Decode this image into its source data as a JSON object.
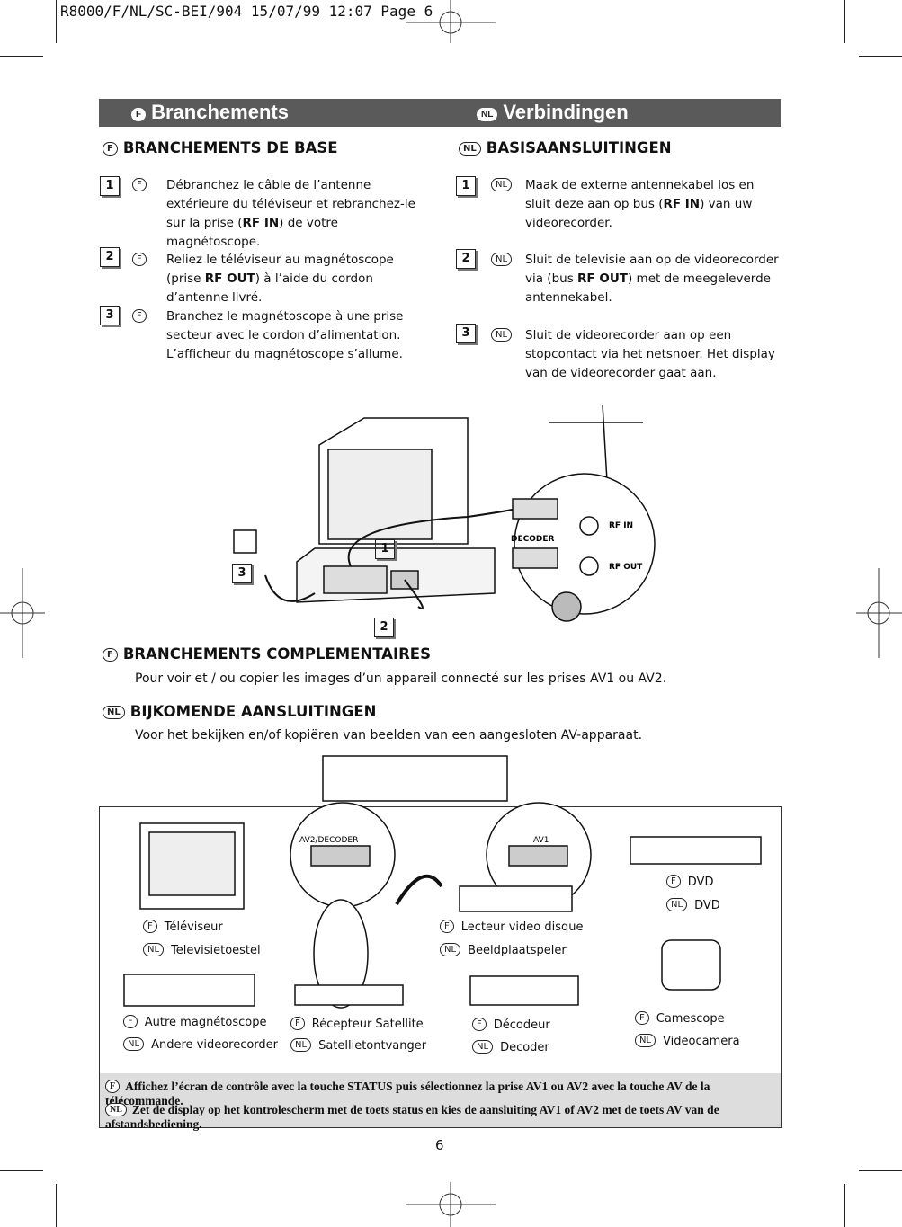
{
  "print_header": "R8000/F/NL/SC-BEI/904   15/07/99 12:07   Page 6",
  "header": {
    "left_badge": "F",
    "left_title": "Branchements",
    "right_badge": "NL",
    "right_title": "Verbindingen"
  },
  "fr": {
    "badge": "F",
    "heading": "BRANCHEMENTS DE BASE",
    "steps": [
      {
        "n": "1",
        "pre": "Débranchez le câble de l’antenne extérieure du téléviseur et rebranchez-le sur la prise (",
        "bold": "RF IN",
        "post": ") de votre magnétoscope."
      },
      {
        "n": "2",
        "pre": "Reliez le téléviseur au magnétoscope (prise ",
        "bold": "RF OUT",
        "post": ") à l’aide du cordon d’antenne livré."
      },
      {
        "n": "3",
        "pre": "Branchez le magnétoscope à une prise secteur avec le cordon d’alimentation. L’afficheur du magnétoscope s’allume.",
        "bold": "",
        "post": ""
      }
    ]
  },
  "nl": {
    "badge": "NL",
    "heading": "BASISAANSLUITINGEN",
    "steps": [
      {
        "n": "1",
        "pre": "Maak de externe antennekabel los en sluit deze aan op bus (",
        "bold": "RF IN",
        "post": ") van uw videorecorder."
      },
      {
        "n": "2",
        "pre": "Sluit de televisie aan op de videorecorder via (bus ",
        "bold": "RF OUT",
        "post": ") met de meegeleverde antennekabel."
      },
      {
        "n": "3",
        "pre": "Sluit de videorecorder aan op een stopcontact via het netsnoer. Het display van de videorecorder gaat aan.",
        "bold": "",
        "post": ""
      }
    ]
  },
  "figure1": {
    "callouts": [
      "1",
      "2",
      "3"
    ],
    "rf_in": "RF IN",
    "rf_out": "RF OUT",
    "decoder": "DECODER"
  },
  "extra_fr": {
    "badge": "F",
    "heading": "BRANCHEMENTS COMPLEMENTAIRES",
    "text": "Pour voir et / ou copier les images d’un appareil connecté sur les prises AV1 ou AV2."
  },
  "extra_nl": {
    "badge": "NL",
    "heading": "BIJKOMENDE AANSLUITINGEN",
    "text": "Voor het bekijken en/of kopiëren van beelden van een aangesloten AV-apparaat."
  },
  "figure2": {
    "av2": "AV2/DECODER",
    "av1": "AV1"
  },
  "devices": [
    {
      "fr": "Téléviseur",
      "nl": "Televisietoestel"
    },
    {
      "fr": "Lecteur video disque",
      "nl": "Beeldplaatspeler"
    },
    {
      "fr": "DVD",
      "nl": "DVD"
    },
    {
      "fr": "Autre magnétoscope",
      "nl": "Andere videorecorder"
    },
    {
      "fr": "Récepteur Satellite",
      "nl": "Satellietontvanger"
    },
    {
      "fr": "Décodeur",
      "nl": "Decoder"
    },
    {
      "fr": "Camescope",
      "nl": "Videocamera"
    }
  ],
  "notes": {
    "fr": "Affichez l’écran de contrôle avec la touche STATUS puis sélectionnez la prise AV1 ou AV2 avec la touche AV de la télécommande.",
    "nl": "Zet de display op het kontrolescherm met de toets status en kies de aansluiting AV1 of AV2 met de toets AV van de afstandsbediening."
  },
  "page_number": "6",
  "badges": {
    "f": "F",
    "nl": "NL"
  }
}
